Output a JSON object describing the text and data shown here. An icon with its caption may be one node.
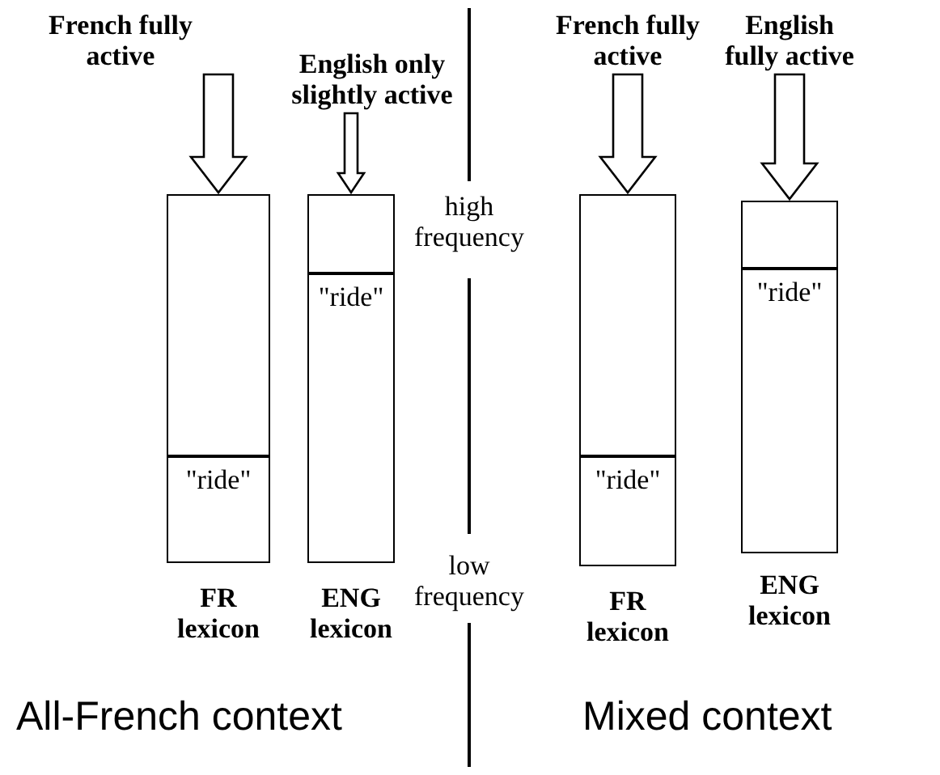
{
  "diagram": {
    "nodes": [
      {
        "text": [
          "French fully active"
        ]
      },
      {
        "text": [
          "\"ride\""
        ],
        "beside": [
          "FR lexicon"
        ]
      },
      {
        "text": [
          "English only slightly active"
        ]
      },
      {
        "text": [
          "\"ride\""
        ],
        "beside": [
          "ENG lexicon"
        ]
      },
      {
        "text": [
          "French fully active"
        ]
      },
      {
        "text": [
          "\"ride\""
        ],
        "beside": [
          "FR lexicon"
        ]
      },
      {
        "text": [
          "English fully active"
        ]
      },
      {
        "text": [
          "\"ride\""
        ],
        "beside": [
          "ENG lexicon"
        ]
      }
    ],
    "edges": [
      {
        "from": 0,
        "to": 1,
        "arrow": "to"
      },
      {
        "from": 2,
        "to": 3,
        "arrow": "to"
      },
      {
        "from": 4,
        "to": 5,
        "arrow": "to"
      },
      {
        "from": 6,
        "to": 7,
        "arrow": "to"
      }
    ],
    "labels": [
      "high frequency",
      "low frequency",
      "All-French context",
      "Mixed context"
    ]
  }
}
